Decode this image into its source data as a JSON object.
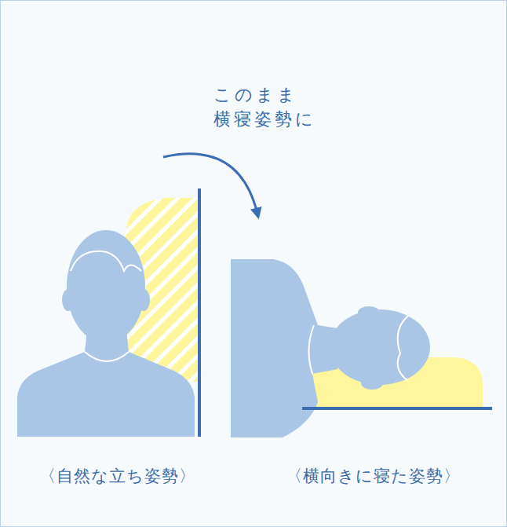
{
  "diagram": {
    "labels": [
      "このまま 横寝姿勢に",
      "〈自然な立ち姿勢〉",
      "〈横向きに寝た姿勢〉"
    ]
  }
}
